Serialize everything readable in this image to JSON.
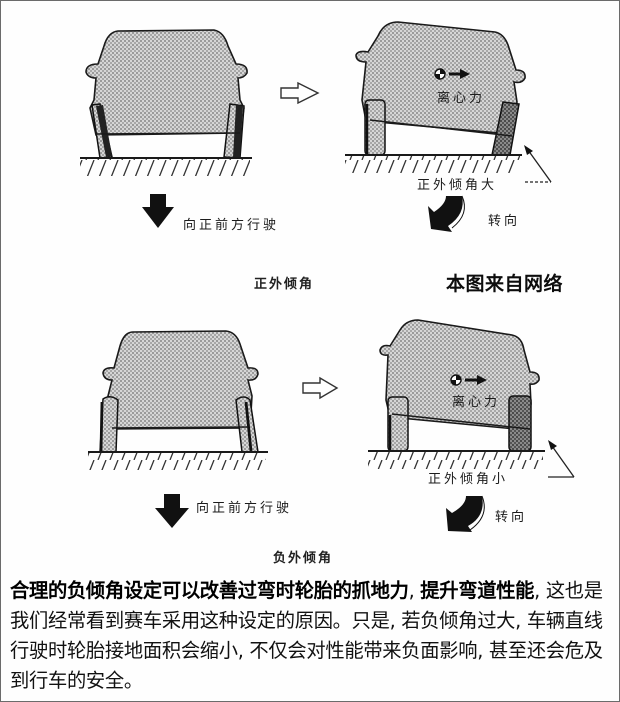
{
  "figure": {
    "watermark": "本图来自网络",
    "colors": {
      "ink": "#1a1a1a",
      "body_fill": "#c9c9c9",
      "tire_dark": "#555555",
      "frame": "#6b6b6b"
    },
    "top_panel": {
      "section_label": "正外倾角",
      "left": {
        "direction_label": "向正前方行驶",
        "arrow_icon": "down-arrow"
      },
      "right": {
        "force_label": "离心力",
        "camber_label": "正外倾角大",
        "turn_label": "转向",
        "arrow_icon": "curved-turn-arrow"
      }
    },
    "bottom_panel": {
      "section_label": "负外倾角",
      "left": {
        "direction_label": "向正前方行驶",
        "arrow_icon": "down-arrow"
      },
      "right": {
        "force_label": "离心力",
        "camber_label": "正外倾角小",
        "turn_label": "转向",
        "arrow_icon": "curved-turn-arrow"
      }
    },
    "transition_arrow_icon": "outlined-right-arrow"
  },
  "caption": {
    "bold_part_1": "合理的负倾角设定可以改善过弯时轮胎的抓地力",
    "sep_1": ", ",
    "bold_part_2": "提升弯道性能",
    "text_part": ", 这也是我们经常看到赛车采用这种设定的原因。只是, 若负倾角过大, 车辆直线行驶时轮胎接地面积会缩小, 不仅会对性能带来负面影响, 甚至还会危及到行车的安全。"
  }
}
